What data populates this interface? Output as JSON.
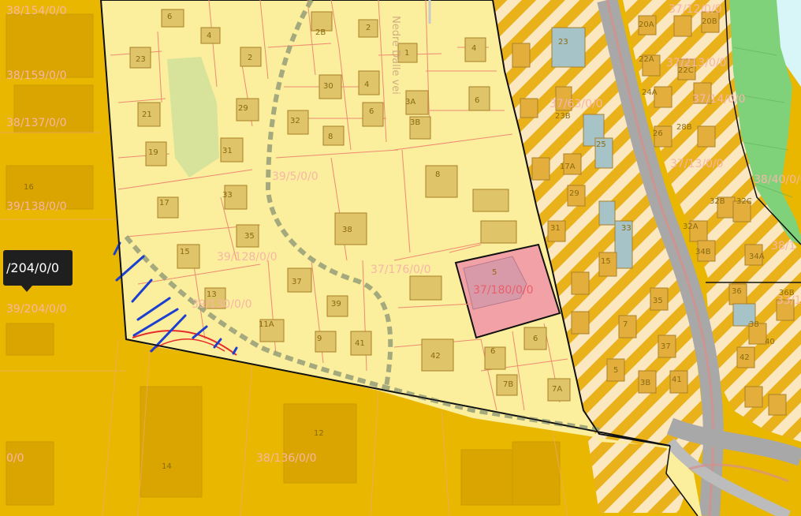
{
  "map": {
    "tooltip": "/204/0/0",
    "zone_colors": {
      "industrial": "#e9b700",
      "residential": "#fbee9c",
      "park": "#d7e39b",
      "selected_plot": "#f2a2a6",
      "green_zone": "#7fd17a",
      "water": "#d8f5f7",
      "road": "#a8a8a8",
      "parcel_line": "#ee8a72"
    },
    "road_name": "Nedre Dalle vei",
    "parcel_labels": [
      {
        "id": "p1",
        "text": "38/154/0/0"
      },
      {
        "id": "p2",
        "text": "38/159/0/0"
      },
      {
        "id": "p3",
        "text": "38/137/0/0"
      },
      {
        "id": "p4",
        "text": "39/138/0/0"
      },
      {
        "id": "p5",
        "text": "39/204/0/0"
      },
      {
        "id": "p6",
        "text": "39/5/0/0"
      },
      {
        "id": "p7",
        "text": "39/128/0/0"
      },
      {
        "id": "p8",
        "text": "39/130/0/0"
      },
      {
        "id": "p9",
        "text": "37/176/0/0"
      },
      {
        "id": "p10",
        "text": "37/180/0/0"
      },
      {
        "id": "p11",
        "text": "37/63/0/0"
      },
      {
        "id": "p12",
        "text": "37/12/0/0"
      },
      {
        "id": "p13",
        "text": "37/213/0/0"
      },
      {
        "id": "p14",
        "text": "37/14/0/0"
      },
      {
        "id": "p15",
        "text": "37/13/0/0"
      },
      {
        "id": "p16",
        "text": "38/40/0/0"
      },
      {
        "id": "p17",
        "text": "38/1"
      },
      {
        "id": "p18",
        "text": "38/136/0/0"
      },
      {
        "id": "p19",
        "text": "0/0"
      },
      {
        "id": "p20",
        "text": "33/1"
      }
    ],
    "house_numbers": [
      {
        "id": "h1",
        "text": "6"
      },
      {
        "id": "h2",
        "text": "4"
      },
      {
        "id": "h3",
        "text": "2"
      },
      {
        "id": "h4",
        "text": "2B"
      },
      {
        "id": "h5",
        "text": "2"
      },
      {
        "id": "h6",
        "text": "1"
      },
      {
        "id": "h7",
        "text": "4"
      },
      {
        "id": "h8",
        "text": "23"
      },
      {
        "id": "h9",
        "text": "30"
      },
      {
        "id": "h10",
        "text": "4"
      },
      {
        "id": "h11",
        "text": "3A"
      },
      {
        "id": "h12",
        "text": "6"
      },
      {
        "id": "h13",
        "text": "21"
      },
      {
        "id": "h14",
        "text": "29"
      },
      {
        "id": "h15",
        "text": "32"
      },
      {
        "id": "h16",
        "text": "6"
      },
      {
        "id": "h17",
        "text": "3B"
      },
      {
        "id": "h18",
        "text": "8"
      },
      {
        "id": "h19",
        "text": "19"
      },
      {
        "id": "h20",
        "text": "31"
      },
      {
        "id": "h21",
        "text": "8"
      },
      {
        "id": "h22",
        "text": "33"
      },
      {
        "id": "h23",
        "text": "17"
      },
      {
        "id": "h24",
        "text": "38"
      },
      {
        "id": "h25",
        "text": "35"
      },
      {
        "id": "h26",
        "text": "15"
      },
      {
        "id": "h27",
        "text": "5"
      },
      {
        "id": "h28",
        "text": "37"
      },
      {
        "id": "h29",
        "text": "13"
      },
      {
        "id": "h30",
        "text": "39"
      },
      {
        "id": "h31",
        "text": "11A"
      },
      {
        "id": "h32",
        "text": "9"
      },
      {
        "id": "h33",
        "text": "41"
      },
      {
        "id": "h34",
        "text": "42"
      },
      {
        "id": "h35",
        "text": "6"
      },
      {
        "id": "h36",
        "text": "6"
      },
      {
        "id": "h37",
        "text": "7B"
      },
      {
        "id": "h38",
        "text": "7A"
      },
      {
        "id": "h39",
        "text": "16"
      },
      {
        "id": "h40",
        "text": "12"
      },
      {
        "id": "h41",
        "text": "14"
      },
      {
        "id": "h42",
        "text": "23"
      },
      {
        "id": "h43",
        "text": "23B"
      },
      {
        "id": "h44",
        "text": "25"
      },
      {
        "id": "h45",
        "text": "17A"
      },
      {
        "id": "h46",
        "text": "29"
      },
      {
        "id": "h47",
        "text": "31"
      },
      {
        "id": "h48",
        "text": "33"
      },
      {
        "id": "h49",
        "text": "35"
      },
      {
        "id": "h50",
        "text": "37"
      },
      {
        "id": "h51",
        "text": "3B"
      },
      {
        "id": "h52",
        "text": "20A"
      },
      {
        "id": "h53",
        "text": "20B"
      },
      {
        "id": "h54",
        "text": "22A"
      },
      {
        "id": "h55",
        "text": "22C"
      },
      {
        "id": "h56",
        "text": "24A"
      },
      {
        "id": "h57",
        "text": "28B"
      },
      {
        "id": "h58",
        "text": "26"
      },
      {
        "id": "h59",
        "text": "32B"
      },
      {
        "id": "h60",
        "text": "32C"
      },
      {
        "id": "h61",
        "text": "32A"
      },
      {
        "id": "h62",
        "text": "34B"
      },
      {
        "id": "h63",
        "text": "34A"
      },
      {
        "id": "h64",
        "text": "36"
      },
      {
        "id": "h65",
        "text": "36B"
      },
      {
        "id": "h66",
        "text": "38"
      },
      {
        "id": "h67",
        "text": "40"
      },
      {
        "id": "h68",
        "text": "42"
      },
      {
        "id": "h69",
        "text": "5"
      },
      {
        "id": "h70",
        "text": "7"
      },
      {
        "id": "h71",
        "text": "15"
      },
      {
        "id": "h72",
        "text": "41"
      }
    ]
  }
}
